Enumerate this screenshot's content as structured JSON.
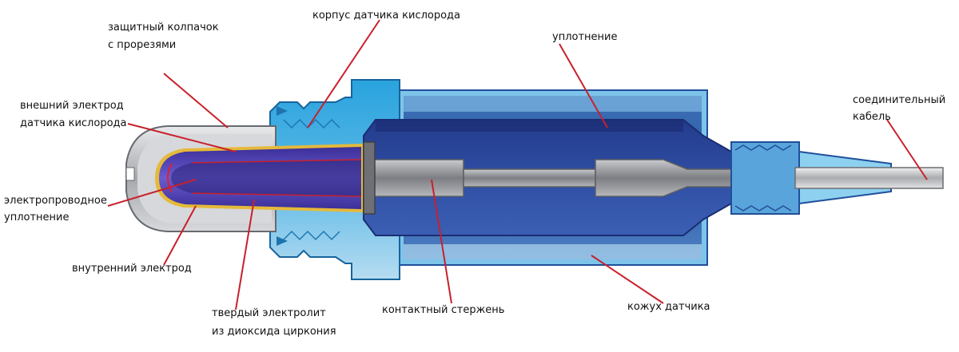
{
  "labels": {
    "cap_line1": "защитный колпачок",
    "cap_line2": "с прорезями",
    "body": "корпус датчика кислорода",
    "seal": "уплотнение",
    "cable_line1": "соединительный",
    "cable_line2": "кабель",
    "outer_electrode_line1": "внешний электрод",
    "outer_electrode_line2": "датчика кислорода",
    "conductive_seal_line1": "электропроводное",
    "conductive_seal_line2": "уплотнение",
    "inner_electrode": "внутренний электрод",
    "electrolyte_line1": "твердый электролит",
    "electrolyte_line2": "из диоксида циркония",
    "contact_rod": "контактный стержень",
    "housing": "кожух датчика"
  },
  "colors": {
    "leader_line": "#c8202c",
    "body_light_blue": "#3aa8dc",
    "body_pale_blue": "#a9d6ef",
    "seal_dark_blue": "#243a8a",
    "housing_blue": "#2c5ea8",
    "cap_gray": "#a7a9ad",
    "rod_gray": "#9a9ca0",
    "electrolyte_purple": "#4b3aa0",
    "electrode_gold": "#e5b93a"
  }
}
